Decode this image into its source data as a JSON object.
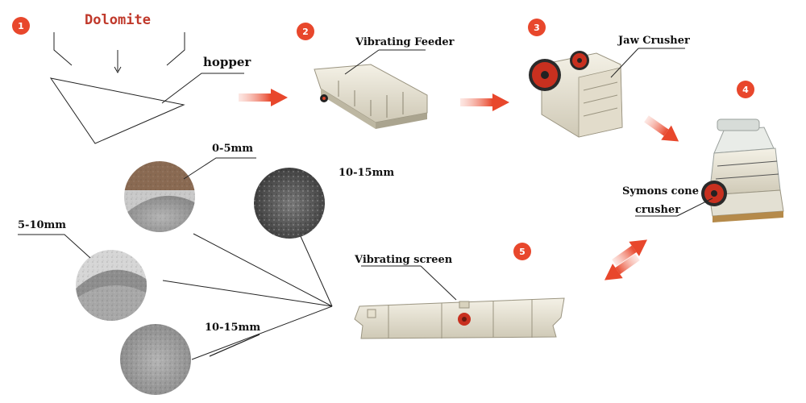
{
  "title": "Dolomite",
  "title_color": "#c0392b",
  "accent_color": "#e8472c",
  "steps": [
    "1",
    "2",
    "3",
    "4",
    "5"
  ],
  "labels": {
    "hopper": "hopper",
    "feeder": "Vibrating Feeder",
    "jaw": "Jaw Crusher",
    "cone_line1": "Symons cone",
    "cone_line2": "crusher",
    "screen": "Vibrating screen",
    "size_0_5": "0-5mm",
    "size_10_15_top": "10-15mm",
    "size_5_10": "5-10mm",
    "size_10_15_bottom": "10-15mm"
  }
}
